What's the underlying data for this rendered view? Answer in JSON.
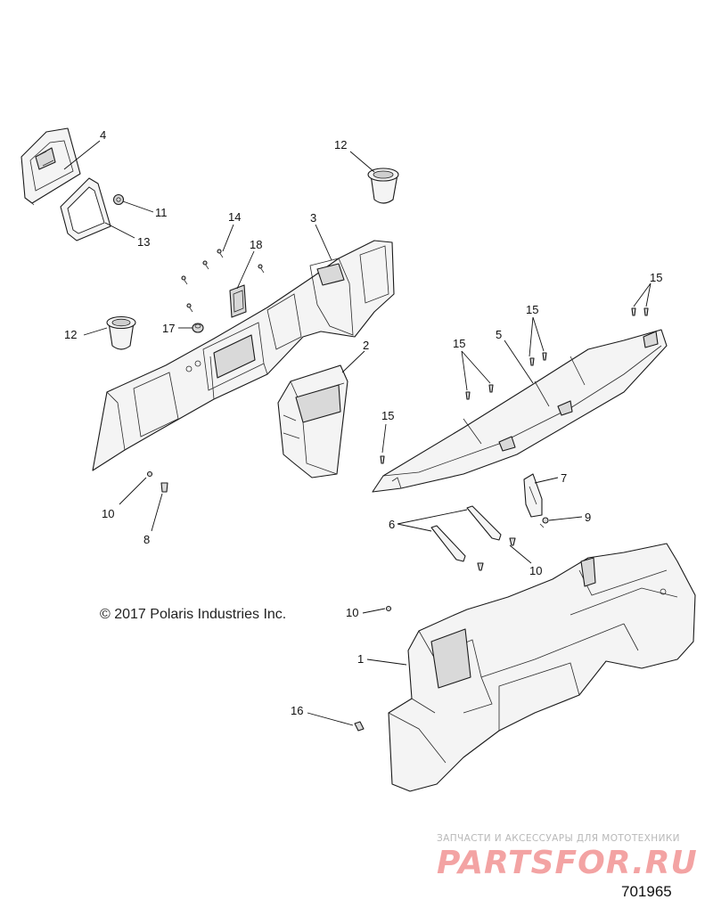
{
  "callouts": {
    "c1": "1",
    "c2": "2",
    "c3": "3",
    "c4": "4",
    "c5": "5",
    "c6": "6",
    "c7": "7",
    "c8": "8",
    "c9": "9",
    "c10a": "10",
    "c10b": "10",
    "c10c": "10",
    "c11": "11",
    "c12a": "12",
    "c12b": "12",
    "c13": "13",
    "c14": "14",
    "c15a": "15",
    "c15b": "15",
    "c15c": "15",
    "c15d": "15",
    "c16": "16",
    "c17": "17",
    "c18": "18"
  },
  "copyright": "© 2017 Polaris Industries Inc.",
  "document_number": "701965",
  "watermark": {
    "tagline": "ЗАПЧАСТИ И АКСЕССУАРЫ ДЛЯ МОТОТЕХНИКИ",
    "logo": "PARTSFOR.RU"
  }
}
